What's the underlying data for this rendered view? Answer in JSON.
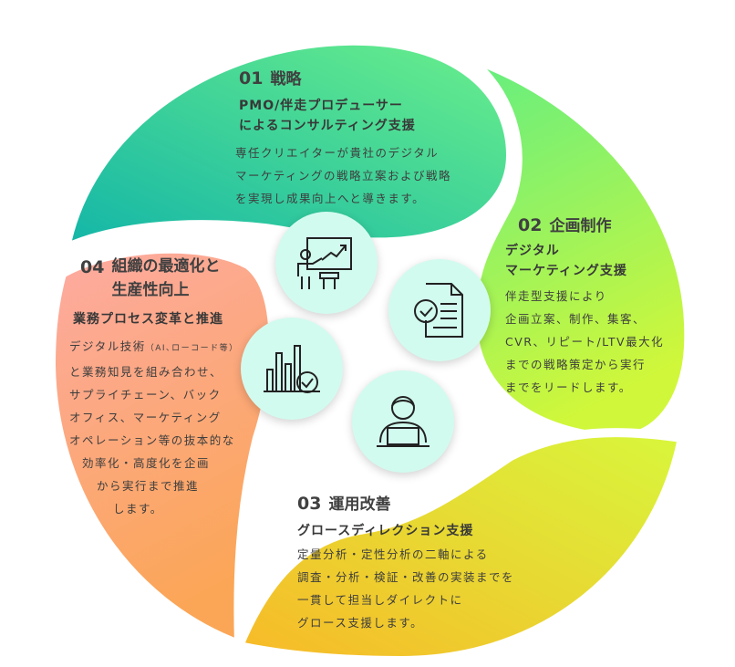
{
  "steps": [
    {
      "num": "01",
      "title": "戦略",
      "subtitle": [
        "PMO/伴走プロデューサー",
        "によるコンサルティング支援"
      ],
      "body": [
        "専任クリエイターが貴社のデジタル",
        "マーケティングの戦略立案および戦略",
        "を実現し成果向上へと導きます。"
      ],
      "colors": [
        "#1dbaa4",
        "#5ee88f"
      ],
      "icon": "presentation-chart-icon"
    },
    {
      "num": "02",
      "title": "企画制作",
      "subtitle": [
        "デジタル",
        "マーケティング支援"
      ],
      "body": [
        "伴走型支援により",
        "企画立案、制作、集客、",
        "CVR、リピート/LTV最大化",
        "までの戦略策定から実行",
        "までをリードします。"
      ],
      "colors": [
        "#6ef07c",
        "#c8f53c"
      ],
      "icon": "document-check-icon"
    },
    {
      "num": "03",
      "title": "運用改善",
      "subtitle": [
        "グロースディレクション支援"
      ],
      "body": [
        "定量分析・定性分析の二軸による",
        "調査・分析・検証・改善の実装までを",
        "一貫して担当しダイレクトに",
        "グロース支援します。"
      ],
      "colors": [
        "#f7bf2a",
        "#d6f53a"
      ],
      "icon": "person-laptop-icon"
    },
    {
      "num": "04",
      "title": "組織の最適化と",
      "title2": "生産性向上",
      "subtitle": [
        "業務プロセス変革と推進"
      ],
      "body_first": "デジタル技術",
      "body_note": "（AI､ローコード等）",
      "body": [
        "と業務知見を組み合わせ、",
        "サプライチェーン、バック",
        "オフィス、マーケティング",
        "オペレーション等の抜本的な",
        "効率化・高度化を企画",
        "から実行まで推進",
        "します。"
      ],
      "colors": [
        "#fda9a0",
        "#fba65a"
      ],
      "icon": "bar-chart-check-icon"
    }
  ]
}
